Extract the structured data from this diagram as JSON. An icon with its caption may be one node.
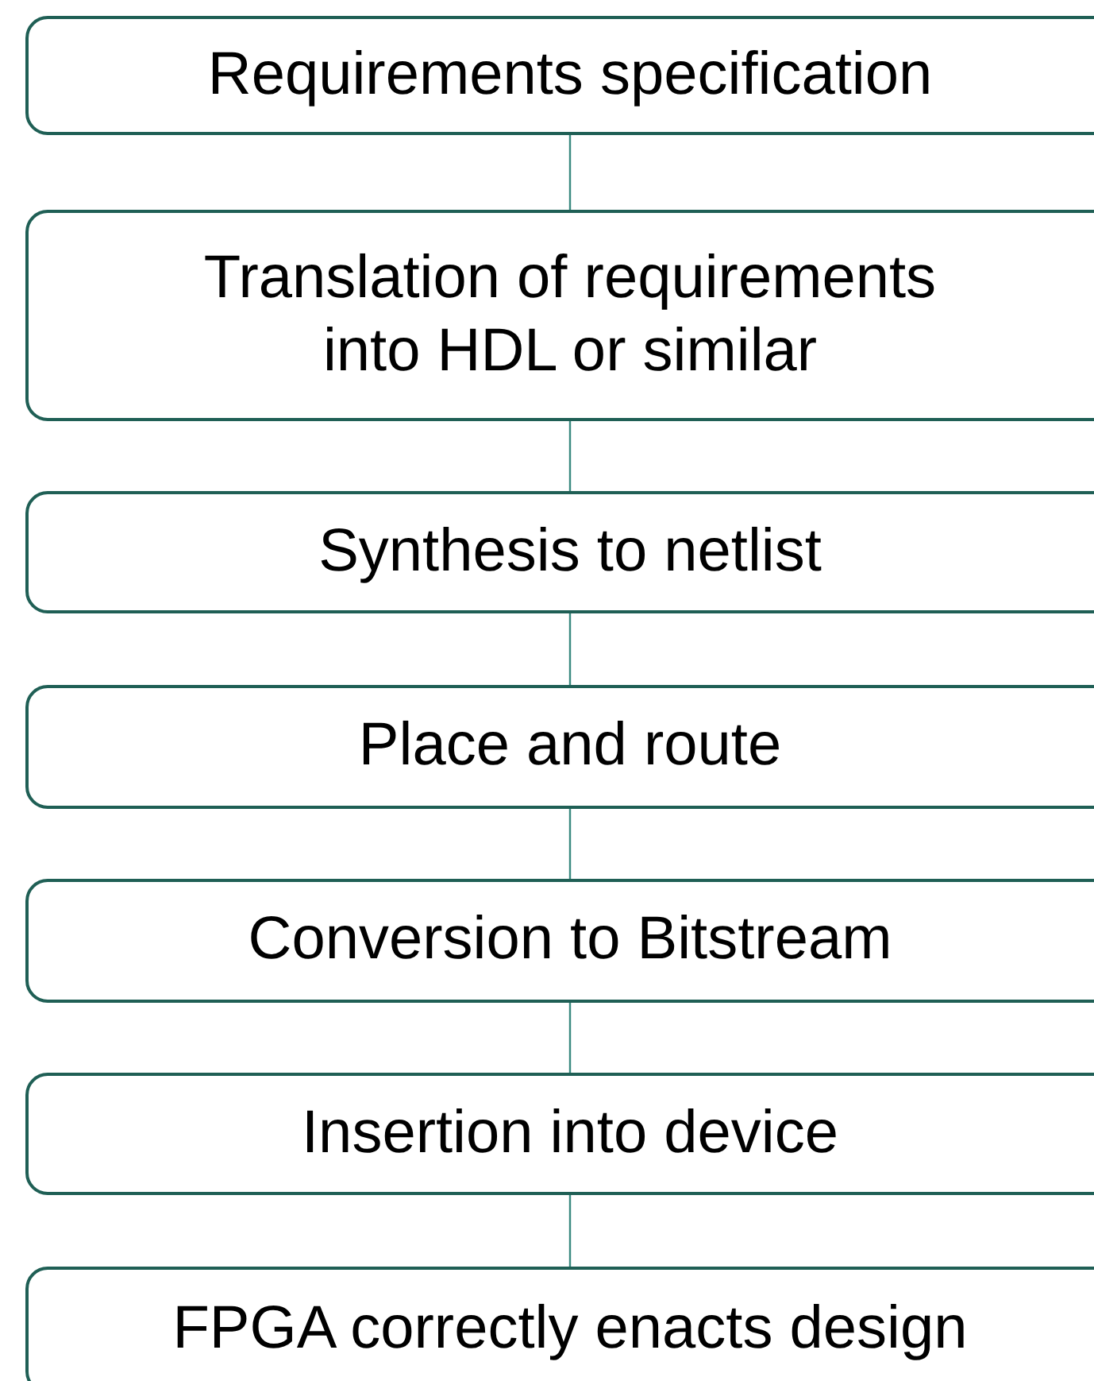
{
  "diagram": {
    "nodes": [
      {
        "text": [
          "Requirements specification"
        ]
      },
      {
        "text": [
          "Translation of requirements into HDL or similar"
        ]
      },
      {
        "text": [
          "Synthesis to netlist"
        ]
      },
      {
        "text": [
          "Place and route"
        ]
      },
      {
        "text": [
          "Conversion to Bitstream"
        ]
      },
      {
        "text": [
          "Insertion into device"
        ]
      },
      {
        "text": [
          "FPGA correctly enacts design"
        ]
      }
    ],
    "edges": [
      {
        "from": 0,
        "to": 1,
        "arrow": "none"
      },
      {
        "from": 1,
        "to": 2,
        "arrow": "none"
      },
      {
        "from": 2,
        "to": 3,
        "arrow": "none"
      },
      {
        "from": 3,
        "to": 4,
        "arrow": "none"
      },
      {
        "from": 4,
        "to": 5,
        "arrow": "none"
      },
      {
        "from": 5,
        "to": 6,
        "arrow": "none"
      }
    ]
  }
}
